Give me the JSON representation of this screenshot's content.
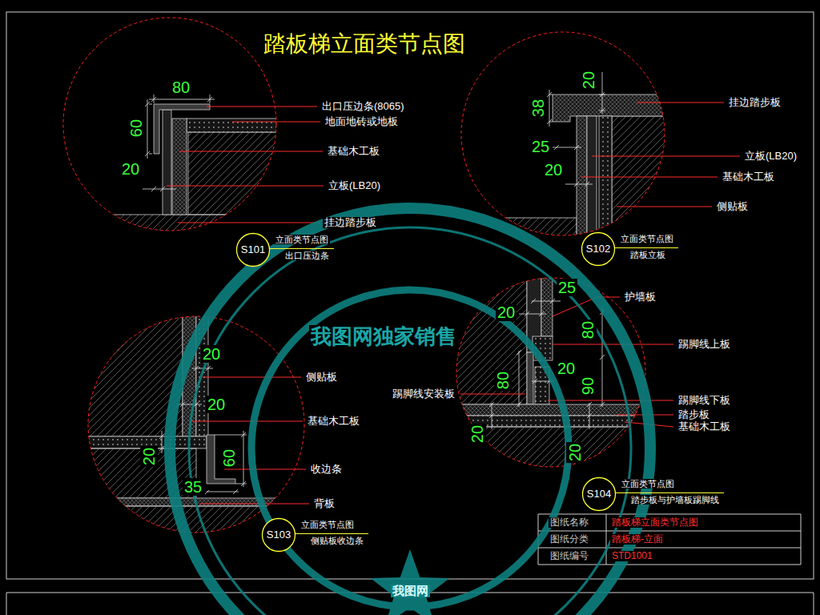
{
  "diagram": {
    "title": "踏板梯立面类节点图",
    "nodes": [
      {
        "text": [
          "S101",
          "立面类节点图",
          "出口压边条"
        ]
      },
      {
        "text": [
          "S102",
          "立面类节点图",
          "踏板立板"
        ]
      },
      {
        "text": [
          "S103",
          "立面类节点图",
          "侧贴板收边条"
        ]
      },
      {
        "text": [
          "S104",
          "立面类节点图",
          "踏步板与护墙板踢脚线"
        ]
      }
    ],
    "labels": [
      "80",
      "60",
      "20",
      "出口压边条(8065)",
      "地面地砖或地板",
      "基础木工板",
      "立板(LB20)",
      "挂边踏步板",
      "20",
      "38",
      "25",
      "20",
      "挂边踏步板",
      "立板(LB20)",
      "基础木工板",
      "侧贴板",
      "20",
      "20",
      "20",
      "60",
      "35",
      "侧贴板",
      "基础木工板",
      "收边条",
      "背板",
      "25",
      "20",
      "80",
      "20",
      "90",
      "80",
      "20",
      "20",
      "护墙板",
      "踢脚线上板",
      "踢脚线安装板",
      "踢脚线下板",
      "踏步板",
      "基础木工板",
      "图纸名称",
      "踏板梯立面类节点图",
      "图纸分类",
      "踏板梯-立面",
      "图纸编号",
      "STD1001",
      "我图网独家销售",
      "我图网"
    ]
  }
}
